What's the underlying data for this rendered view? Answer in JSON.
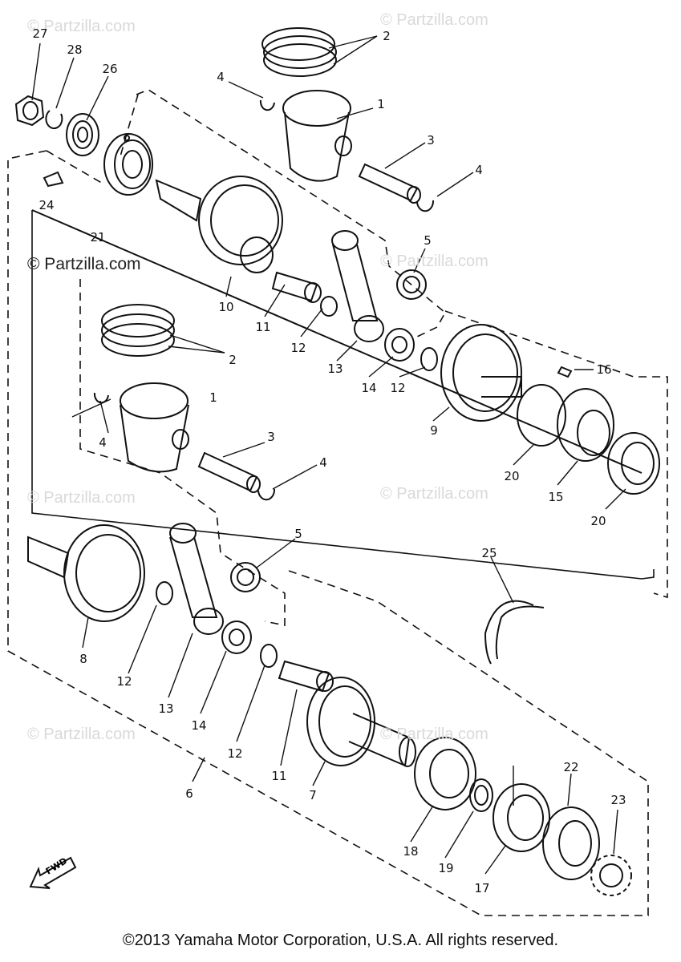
{
  "watermarks": {
    "light": "© Partzilla.com",
    "dark": "© Partzilla.com"
  },
  "fwd_label": "FWD",
  "copyright": "©2013 Yamaha Motor Corporation, U.S.A. All rights reserved.",
  "callouts": [
    "27",
    "28",
    "26",
    "24",
    "21",
    "2",
    "4",
    "1",
    "3",
    "4",
    "5",
    "10",
    "11",
    "12",
    "13",
    "14",
    "12",
    "9",
    "16",
    "20",
    "15",
    "20",
    "2",
    "1",
    "4",
    "3",
    "4",
    "5",
    "8",
    "12",
    "13",
    "14",
    "12",
    "11",
    "25",
    "6",
    "7",
    "18",
    "19",
    "17",
    "22",
    "23"
  ],
  "colors": {
    "line": "#111111",
    "watermark": "#d9d9d9"
  }
}
